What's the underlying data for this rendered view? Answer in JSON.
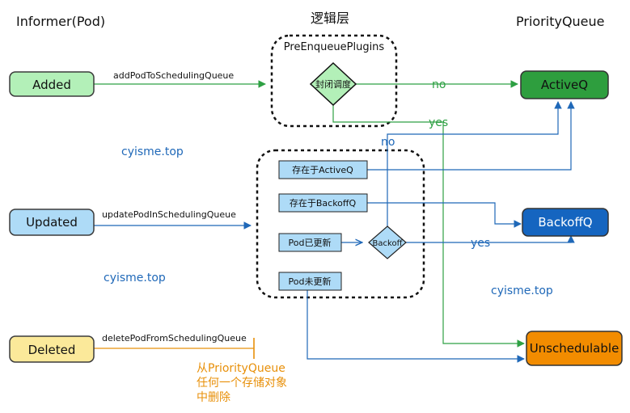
{
  "headers": {
    "informer": "Informer(Pod)",
    "logic": "逻辑层",
    "priority_queue": "PriorityQueue"
  },
  "events": {
    "added": "Added",
    "updated": "Updated",
    "deleted": "Deleted"
  },
  "handlers": {
    "add": "addPodToSchedulingQueue",
    "update": "updatePodInSchedulingQueue",
    "delete": "deletePodFromSchedulingQueue"
  },
  "plugins": {
    "title": "PreEnqueuePlugins",
    "gate": "封闭调度"
  },
  "update_checks": {
    "in_active": "存在于ActiveQ",
    "in_backoff": "存在于BackoffQ",
    "pod_updated": "Pod已更新",
    "pod_not_updated": "Pod未更新",
    "backoff": "Backoff"
  },
  "queues": {
    "active": "ActiveQ",
    "backoff": "BackoffQ",
    "unschedulable": "Unschedulable"
  },
  "edge_labels": {
    "no_top": "no",
    "yes_top": "yes",
    "no_mid": "no",
    "yes_mid": "yes"
  },
  "delete_note": [
    "从PriorityQueue",
    "任何一个存储对象",
    "中删除"
  ],
  "watermarks": [
    "cyisme.top",
    "cyisme.top",
    "cyisme.top"
  ],
  "colors": {
    "added_fill": "#b3f0b8",
    "updated_fill": "#aedbf7",
    "deleted_fill": "#fbe99a",
    "active_fill": "#2e9e3e",
    "backoff_fill": "#1565c0",
    "unsched_fill": "#f28c00",
    "green_line": "#2ea043",
    "blue_line": "#1f68b8",
    "orange_text": "#e8900a"
  }
}
